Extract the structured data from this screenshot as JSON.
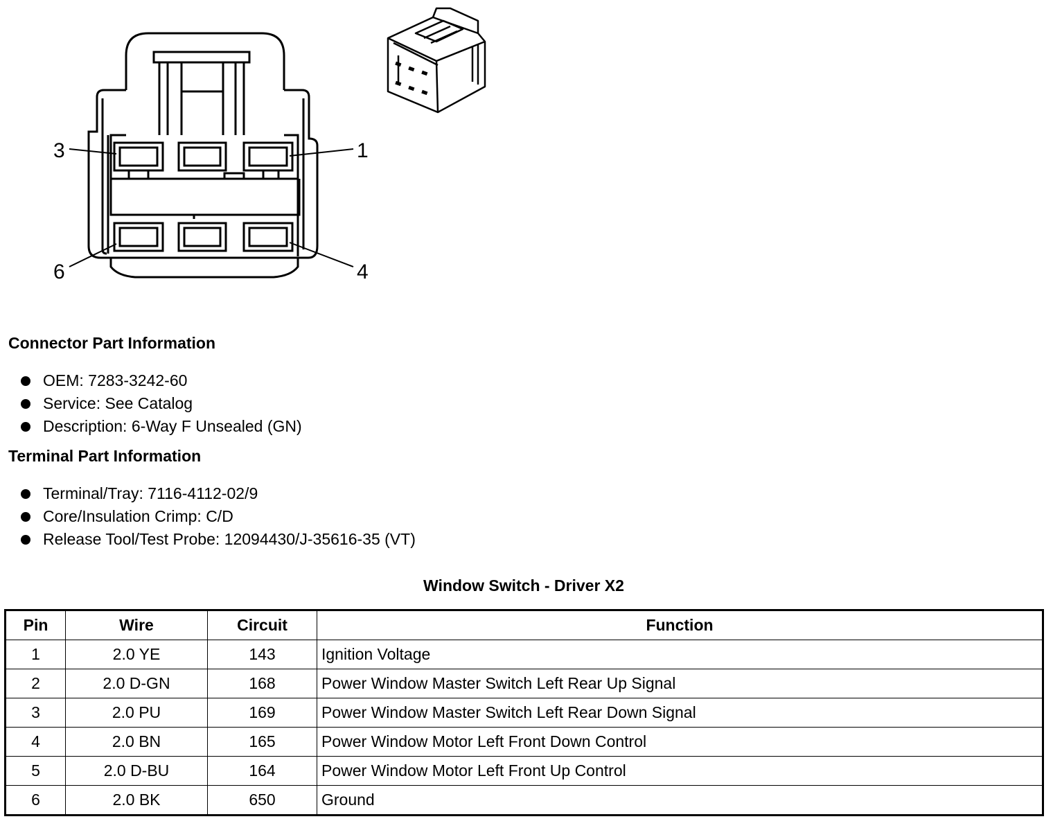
{
  "diagram": {
    "pin_labels": [
      "3",
      "1",
      "6",
      "4"
    ]
  },
  "connector_info": {
    "heading": "Connector Part Information",
    "items": [
      "OEM: 7283-3242-60",
      "Service: See Catalog",
      "Description: 6-Way F Unsealed (GN)"
    ]
  },
  "terminal_info": {
    "heading": "Terminal Part Information",
    "items": [
      "Terminal/Tray: 7116-4112-02/9",
      "Core/Insulation Crimp: C/D",
      "Release Tool/Test Probe: 12094430/J-35616-35 (VT)"
    ]
  },
  "table": {
    "title": "Window Switch - Driver X2",
    "headers": [
      "Pin",
      "Wire",
      "Circuit",
      "Function"
    ],
    "rows": [
      [
        "1",
        "2.0 YE",
        "143",
        "Ignition Voltage"
      ],
      [
        "2",
        "2.0 D-GN",
        "168",
        "Power Window Master Switch Left Rear Up Signal"
      ],
      [
        "3",
        "2.0 PU",
        "169",
        "Power Window Master Switch Left Rear Down Signal"
      ],
      [
        "4",
        "2.0 BN",
        "165",
        "Power Window Motor Left Front Down Control"
      ],
      [
        "5",
        "2.0 D-BU",
        "164",
        "Power Window Motor Left Front Up Control"
      ],
      [
        "6",
        "2.0 BK",
        "650",
        "Ground"
      ]
    ]
  }
}
